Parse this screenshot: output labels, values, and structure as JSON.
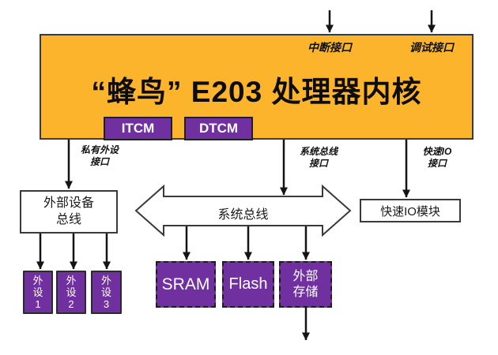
{
  "core": {
    "title": "“蜂鸟” E203 处理器内核",
    "interrupt_interface": "中断接口",
    "debug_interface": "调试接口",
    "itcm_label": "ITCM",
    "dtcm_label": "DTCM"
  },
  "interfaces": {
    "private_peripheral": "私有外设\n接口",
    "system_bus": "系统总线\n接口",
    "fast_io": "快速IO\n接口"
  },
  "system_bus": {
    "label": "系统总线"
  },
  "external_device_bus": {
    "label": "外部设备\n总线"
  },
  "fast_io_module": {
    "label": "快速IO模块"
  },
  "peripherals": [
    {
      "label": "外\n设\n1"
    },
    {
      "label": "外\n设\n2"
    },
    {
      "label": "外\n设\n3"
    }
  ],
  "memories": [
    {
      "label": "SRAM"
    },
    {
      "label": "Flash"
    },
    {
      "label": "外部\n存储"
    }
  ],
  "colors": {
    "core_fill": "#FBB42C",
    "module_purple": "#7030A0",
    "arrow_black": "#141414",
    "border_gray": "#3A3A3A"
  }
}
